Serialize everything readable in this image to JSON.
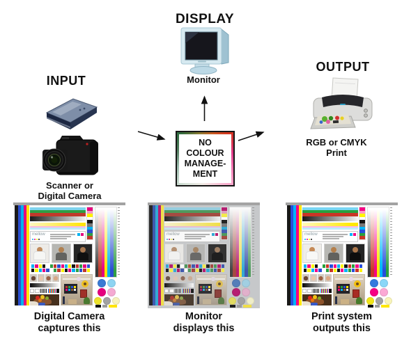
{
  "diagram": {
    "input": {
      "heading": "INPUT",
      "caption_line1": "Scanner or",
      "caption_line2": "Digital Camera"
    },
    "display": {
      "heading": "DISPLAY",
      "caption": "Monitor"
    },
    "output": {
      "heading": "OUTPUT",
      "caption_line1": "RGB or CMYK",
      "caption_line2": "Print"
    },
    "center_box": {
      "line1": "NO",
      "line2": "COLOUR",
      "line3": "MANAGE-",
      "line4": "MENT"
    }
  },
  "test_charts": [
    {
      "caption_line1": "Digital Camera",
      "caption_line2": "captures this",
      "logo": "mellow",
      "variant": "source"
    },
    {
      "caption_line1": "Monitor",
      "caption_line2": "displays this",
      "logo": "mellow",
      "variant": "monitor"
    },
    {
      "caption_line1": "Print system",
      "caption_line2": "outputs this",
      "logo": "mellow",
      "variant": "print"
    }
  ],
  "chart_palette": {
    "left_stripes": [
      "#1a1a1a",
      "#2b4fd0",
      "#00b0f0",
      "#e6007e",
      "#ffe400"
    ],
    "top_band_rows": [
      {
        "c": "#7fd4ee",
        "h": 4
      },
      {
        "c": "#2f9e44",
        "h": 4
      },
      {
        "c": "#c0392b",
        "h": 5
      },
      {
        "g": [
          "#1a1a1a",
          "#f5f5f5"
        ],
        "h": 7
      },
      {
        "c": "#ffffff",
        "h": 2
      },
      {
        "g": [
          "#fdf6c0",
          "#ffe400"
        ],
        "h": 5
      },
      {
        "c": "#f7b8dd",
        "h": 2
      },
      {
        "c": "#bfe8f8",
        "h": 3
      }
    ],
    "mini_patch_column": [
      "#e6007e",
      "#f49ac1",
      "#fff200",
      "#ffffff",
      "#161616",
      "#777777",
      "#00b0f0",
      "#2b4fd0",
      "#2f9e44",
      "#c0392b"
    ],
    "logo_dots": [
      "#00b0f0",
      "#e6007e",
      "#fff200",
      "#161616"
    ],
    "header_squares": [
      "#00b0f0",
      "#e6007e"
    ],
    "patch_row1": [
      "#00b0f0",
      "#e6007e",
      "#fff200",
      "#161616",
      "#ffffff",
      "#2f9e44",
      "#c0392b",
      "#2b4fd0",
      "#e6007e",
      "#00b0f0",
      "#fff200",
      "#161616",
      "#c0392b",
      "#2f9e44",
      "#e6007e",
      "#2b4fd0"
    ],
    "patch_row2": [
      "#161616",
      "#fff200",
      "#00b0f0",
      "#e6007e",
      "#2b4fd0",
      "#ffffff",
      "#2f9e44",
      "#c0392b",
      "#fff200",
      "#161616",
      "#e6007e",
      "#00b0f0",
      "#2f9e44",
      "#2b4fd0",
      "#c0392b",
      "#fff200"
    ],
    "baby_tones": [
      "#6b4a3a",
      "#e8c4ac",
      "#9a6248",
      "#d8a888"
    ],
    "checker": [
      "#c0392b",
      "#2f9e44",
      "#2b4fd0",
      "#ffe400",
      "#e6007e",
      "#00b0f0",
      "#8a5a30",
      "#eeeeee"
    ],
    "ramp_columns": [
      "#3a3a3a",
      "#c0392b",
      "#e6007e",
      "#ffe400",
      "#00b0f0",
      "#2b4fd0",
      "#2f9e44"
    ],
    "gear_rows": [
      [
        "#3a7ad4",
        "#8ed4f2"
      ],
      [
        "#e6007e",
        "#f4aad2"
      ],
      [
        "#ece22a",
        "#a2a2a2",
        "#f6f2bc"
      ]
    ],
    "bottom_bar": [
      [
        "#111111",
        8
      ],
      [
        "#9a9a9a",
        7
      ],
      [
        "#ffe400",
        12
      ]
    ]
  },
  "colors": {
    "background": "#ffffff",
    "text": "#111111",
    "arrow": "#111111",
    "box_border": "#151515",
    "monitor_body": "#d6e9f0",
    "scanner_body": "#1c2742",
    "camera_body": "#1a1a1a",
    "printer_body": "#dddddb"
  }
}
